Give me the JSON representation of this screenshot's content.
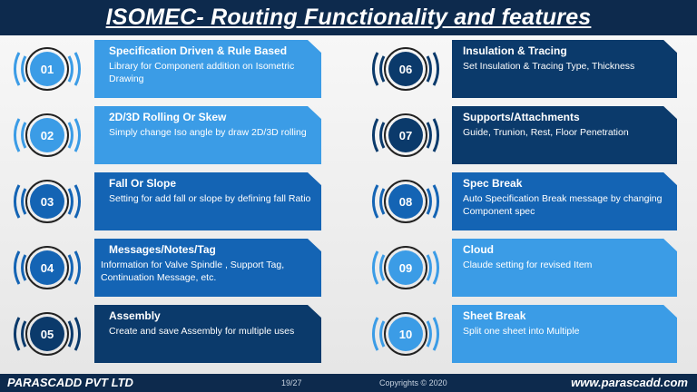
{
  "header": {
    "title": "ISOMEC- Routing Functionality and features"
  },
  "colors": {
    "dark_navy": "#0d2a4d",
    "light_blue": "#3b9ce6",
    "mid_blue": "#1464b4",
    "dark_blue": "#0b3a6b"
  },
  "left_items": [
    {
      "num": "01",
      "title": "Specification Driven & Rule Based",
      "desc": "Library  for Component addition on Isometric Drawing"
    },
    {
      "num": "02",
      "title": "2D/3D Rolling Or Skew",
      "desc": "Simply change Iso angle by draw 2D/3D rolling"
    },
    {
      "num": "03",
      "title": "Fall Or Slope",
      "desc": "Setting for add fall or slope by defining fall Ratio"
    },
    {
      "num": "04",
      "title": "Messages/Notes/Tag",
      "desc": "Information for  Valve Spindle , Support Tag, Continuation Message, etc."
    },
    {
      "num": "05",
      "title": "Assembly",
      "desc": "Create and save Assembly for multiple uses"
    }
  ],
  "right_items": [
    {
      "num": "06",
      "title": "Insulation & Tracing",
      "desc": "Set Insulation & Tracing Type, Thickness"
    },
    {
      "num": "07",
      "title": "Supports/Attachments",
      "desc": "Guide, Trunion, Rest, Floor Penetration"
    },
    {
      "num": "08",
      "title": "Spec Break",
      "desc": "Auto Specification Break message by changing  Component spec"
    },
    {
      "num": "09",
      "title": "Cloud",
      "desc": "Claude setting for revised Item"
    },
    {
      "num": "10",
      "title": "Sheet Break",
      "desc": "Split one sheet into Multiple"
    }
  ],
  "footer": {
    "company": "PARASCADD PVT LTD",
    "page": "19/27",
    "copyright": "Copyrights © 2020",
    "website": "www.parascadd.com"
  }
}
